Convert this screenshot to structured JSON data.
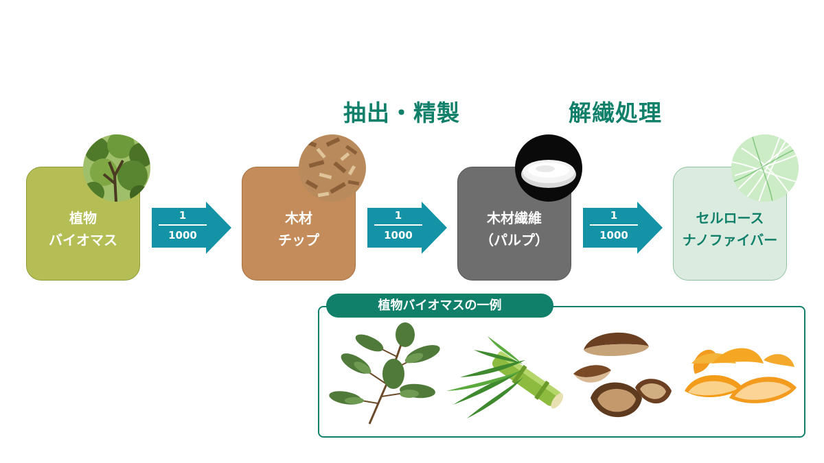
{
  "process_labels": {
    "extraction": "抽出・精製",
    "defibration": "解繊処理"
  },
  "stages": [
    {
      "line1": "植物",
      "line2": "バイオマス",
      "photo_icon": "tree-photo-icon",
      "color": "#b5bd55"
    },
    {
      "line1": "木材",
      "line2": "チップ",
      "photo_icon": "wood-chips-photo-icon",
      "color": "#c48c5a"
    },
    {
      "line1": "木材繊維",
      "line2": "（パルプ）",
      "photo_icon": "pulp-dish-photo-icon",
      "color": "#6e6e6e"
    },
    {
      "line1": "セルロース",
      "line2": "ナノファイバー",
      "photo_icon": "nanofiber-photo-icon",
      "color": "#dcebe0"
    }
  ],
  "arrows": [
    {
      "numerator": "1",
      "denominator": "1000"
    },
    {
      "numerator": "1",
      "denominator": "1000"
    },
    {
      "numerator": "1",
      "denominator": "1000"
    }
  ],
  "examples": {
    "title": "植物バイオマスの一例",
    "items": [
      {
        "icon": "cedar-branch-icon"
      },
      {
        "icon": "bamboo-icon"
      },
      {
        "icon": "coconut-shell-icon"
      },
      {
        "icon": "orange-peel-icon"
      }
    ]
  },
  "colors": {
    "accent": "#11806b",
    "arrow": "#1493a6"
  }
}
